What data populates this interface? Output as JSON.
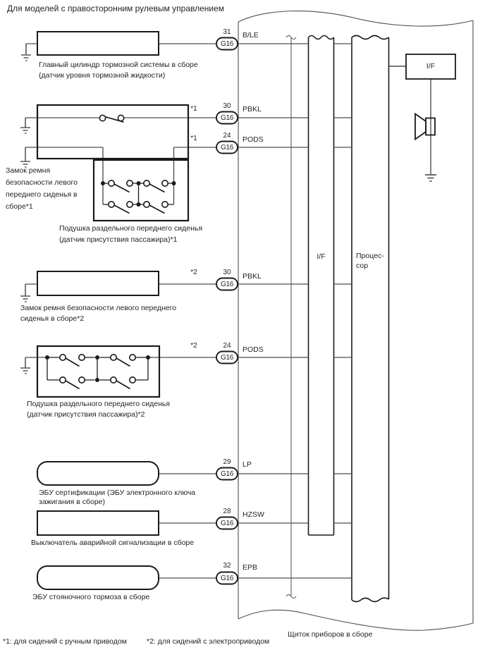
{
  "title": "Для моделей с правосторонним рулевым управлением",
  "panel": {
    "label": "Щиток приборов в сборе",
    "interface_column_label": "I/F",
    "processor_label": [
      "Процес-",
      "сор"
    ],
    "audio_interface_label": "I/F",
    "speaker_icon": "speaker",
    "ground_icon": "ground"
  },
  "connector_rows": [
    {
      "pin": "31",
      "connector": "G16",
      "signal": "B/LE",
      "qualifier": ""
    },
    {
      "pin": "30",
      "connector": "G16",
      "signal": "PBKL",
      "qualifier": "*1"
    },
    {
      "pin": "24",
      "connector": "G16",
      "signal": "PODS",
      "qualifier": "*1"
    },
    {
      "pin": "30",
      "connector": "G16",
      "signal": "PBKL",
      "qualifier": "*2"
    },
    {
      "pin": "24",
      "connector": "G16",
      "signal": "PODS",
      "qualifier": "*2"
    },
    {
      "pin": "29",
      "connector": "G16",
      "signal": "LP",
      "qualifier": ""
    },
    {
      "pin": "28",
      "connector": "G16",
      "signal": "HZSW",
      "qualifier": ""
    },
    {
      "pin": "32",
      "connector": "G16",
      "signal": "EPB",
      "qualifier": ""
    }
  ],
  "components": {
    "master_cylinder": {
      "lines": [
        "Главный цилиндр тормозной системы в сборе",
        "(датчик уровня тормозной жидкости)"
      ]
    },
    "belt_buckle_1": {
      "lines": [
        "Замок ремня",
        "безопасности левого",
        "переднего сиденья в",
        "сборе*1"
      ]
    },
    "seat_cushion_1": {
      "lines": [
        "Подушка раздельного переднего сиденья",
        "(датчик присутствия пассажира)*1"
      ]
    },
    "belt_buckle_2": {
      "lines": [
        "Замок ремня безопасности левого переднего",
        "сиденья в сборе*2"
      ]
    },
    "seat_cushion_2": {
      "lines": [
        "Подушка раздельного переднего сиденья",
        "(датчик присутствия пассажира)*2"
      ]
    },
    "certification_ecu": {
      "lines": [
        "ЭБУ сертификации (ЭБУ электронного ключа",
        "зажигания в сборе)"
      ]
    },
    "hazard_switch": {
      "lines": [
        "Выключатель аварийной сигнализации в сборе"
      ]
    },
    "parking_brake_ecu": {
      "lines": [
        "ЭБУ стояночного тормоза в сборе"
      ]
    }
  },
  "footnotes": {
    "note1": "*1: для сидений с ручным приводом",
    "note2": "*2: для сидений с электроприводом"
  },
  "colors": {
    "line": "#4d4d4f",
    "border": "#1a1a1a",
    "ground": "#58585a",
    "text": "#231f20",
    "background": "#ffffff"
  }
}
